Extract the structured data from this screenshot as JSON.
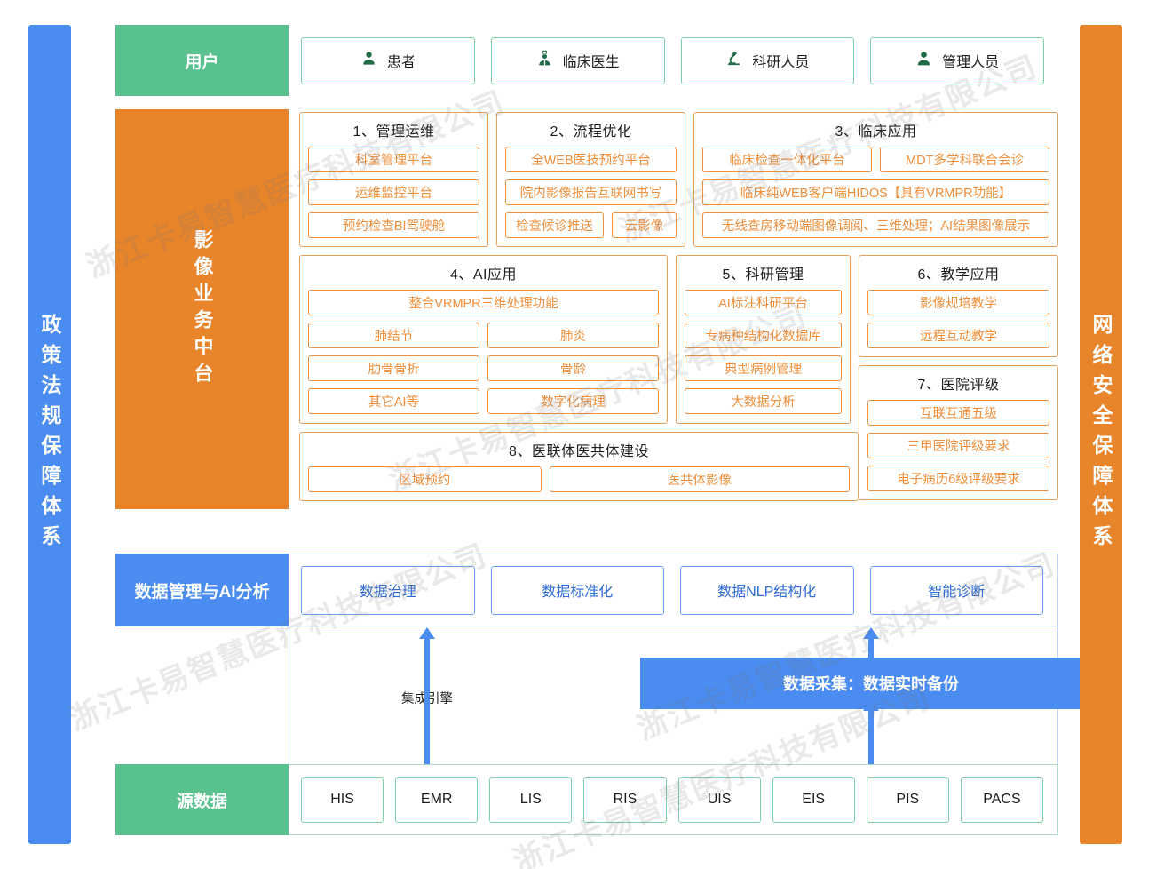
{
  "sidebars": {
    "left": {
      "label": "政策法规保障体系",
      "color": "#4a8cf0"
    },
    "right": {
      "label": "网络安全保障体系",
      "color": "#e8842a"
    }
  },
  "user_band": {
    "label": "用户",
    "color": "#58c18e",
    "items": [
      {
        "icon": "patient-person-icon",
        "label": "患者"
      },
      {
        "icon": "doctor-icon",
        "label": "临床医生"
      },
      {
        "icon": "microscope-icon",
        "label": "科研人员"
      },
      {
        "icon": "manager-person-icon",
        "label": "管理人员"
      }
    ]
  },
  "middle_band": {
    "label": "影像业务中台",
    "color": "#e8842a",
    "groups": [
      {
        "title": "1、管理运维",
        "rows": [
          [
            "科室管理平台"
          ],
          [
            "运维监控平台"
          ],
          [
            "预约检查BI驾驶舱"
          ]
        ]
      },
      {
        "title": "2、流程优化",
        "rows": [
          [
            "全WEB医技预约平台"
          ],
          [
            "院内影像报告互联网书写"
          ],
          [
            "检查候诊推送",
            "云影像"
          ]
        ]
      },
      {
        "title": "3、临床应用",
        "rows": [
          [
            "临床检查一体化平台",
            "MDT多学科联合会诊"
          ],
          [
            "临床纯WEB客户端HIDOS【具有VRMPR功能】"
          ],
          [
            "无线查房移动端图像调阅、三维处理；AI结果图像展示"
          ]
        ]
      },
      {
        "title": "4、AI应用",
        "rows": [
          [
            "整合VRMPR三维处理功能"
          ],
          [
            "肺结节",
            "肺炎"
          ],
          [
            "肋骨骨折",
            "骨龄"
          ],
          [
            "其它AI等",
            "数字化病理"
          ]
        ]
      },
      {
        "title": "5、科研管理",
        "rows": [
          [
            "AI标注科研平台"
          ],
          [
            "专病种结构化数据库"
          ],
          [
            "典型病例管理"
          ],
          [
            "大数据分析"
          ]
        ]
      },
      {
        "title": "6、教学应用",
        "rows": [
          [
            "影像规培教学"
          ],
          [
            "远程互动教学"
          ]
        ]
      },
      {
        "title": "7、医院评级",
        "rows": [
          [
            "互联互通五级"
          ],
          [
            "三甲医院评级要求"
          ],
          [
            "电子病历6级评级要求"
          ]
        ]
      },
      {
        "title": "8、医联体医共体建设",
        "rows": [
          [
            "区域预约",
            "医共体影像"
          ]
        ]
      }
    ]
  },
  "data_band": {
    "label": "数据管理与AI分析",
    "color": "#4a8cf0",
    "items": [
      "数据治理",
      "数据标准化",
      "数据NLP结构化",
      "智能诊断"
    ]
  },
  "transfer": {
    "integration_engine_label": "集成引擎",
    "collection_bar_label": "数据采集：数据实时备份",
    "collection_bar_color": "#4a8cf0"
  },
  "source_band": {
    "label": "源数据",
    "color": "#58c18e",
    "items": [
      "HIS",
      "EMR",
      "LIS",
      "RIS",
      "UIS",
      "EIS",
      "PIS",
      "PACS"
    ]
  },
  "watermark": {
    "text": "浙江卡易智慧医疗科技有限公司"
  }
}
